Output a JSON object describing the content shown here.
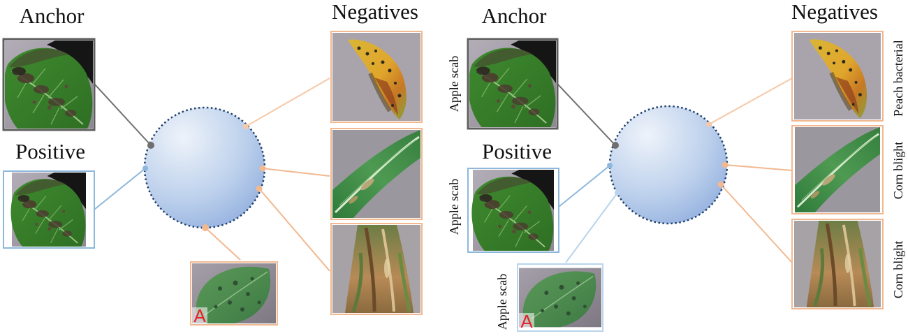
{
  "colors": {
    "anchor": "#6f6f6f",
    "positive": "#8db8dc",
    "negative": "#f2b890",
    "sphere_edge": "#1f3f6e",
    "marker": "#e8202a"
  },
  "left_panel": {
    "anchor_title": "Anchor",
    "positive_title": "Positive",
    "negatives_title": "Negatives",
    "marker_label": "A"
  },
  "right_panel": {
    "anchor_title": "Anchor",
    "positive_title": "Positive",
    "negatives_title": "Negatives",
    "marker_label": "A",
    "anchor_class": "Apple scab",
    "positive_class": "Apple scab",
    "query_class": "Apple scab",
    "negative_classes": [
      "Peach bacterial",
      "Corn blight",
      "Corn blight"
    ]
  },
  "images": {
    "anchor": "apple-scab-leaf",
    "positive": "apple-scab-leaf",
    "query": "apple-scab-leaf",
    "negative_1": "peach-bacterial-leaf",
    "negative_2": "corn-blight-leaf",
    "negative_3": "corn-blight-leaf"
  }
}
